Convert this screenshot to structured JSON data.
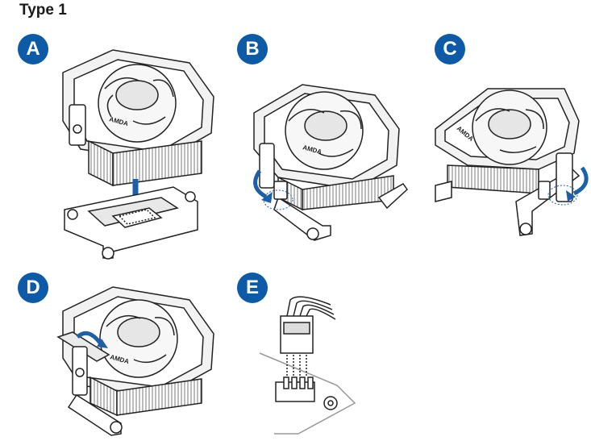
{
  "header": {
    "title": "Type 1"
  },
  "steps": [
    {
      "id": "A",
      "label": "A"
    },
    {
      "id": "B",
      "label": "B"
    },
    {
      "id": "C",
      "label": "C"
    },
    {
      "id": "D",
      "label": "D"
    },
    {
      "id": "E",
      "label": "E"
    }
  ],
  "cooler_logo_text": "AMDA",
  "colors": {
    "badge": "#0d5aa7",
    "outline": "#222222",
    "arrow": "#1d5fa8",
    "fin": "#bdbdbd",
    "fan_hub": "#e6e6e6"
  }
}
